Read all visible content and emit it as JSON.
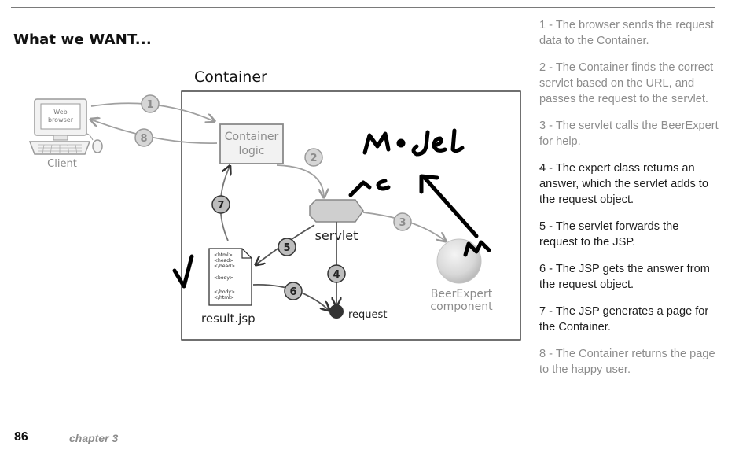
{
  "heading": "What we WANT...",
  "diagram": {
    "container_label": "Container",
    "client": {
      "screen_line1": "Web",
      "screen_line2": "browser",
      "label": "Client"
    },
    "container_logic": {
      "line1": "Container",
      "line2": "logic"
    },
    "servlet_label": "servlet",
    "beerexpert": {
      "line1": "BeerExpert",
      "line2": "component"
    },
    "result_file": {
      "label": "result.jsp",
      "lines": [
        "<html>",
        "<head>",
        "</head>",
        "<body>",
        "...",
        "</body>",
        "</html>"
      ]
    },
    "request_label": "request",
    "step_badges": [
      "1",
      "2",
      "3",
      "4",
      "5",
      "6",
      "7",
      "8"
    ],
    "handwritten": {
      "model": "model",
      "c": "c",
      "m": "m",
      "v": "v"
    }
  },
  "steps": [
    {
      "text": "1 - The browser sends the request data to the Container.",
      "tone": "gray"
    },
    {
      "text": "2 - The Container finds the correct servlet based on the URL, and passes the request to the servlet.",
      "tone": "gray"
    },
    {
      "text": "3 - The servlet calls the BeerExpert for help.",
      "tone": "gray"
    },
    {
      "text": "4 - The expert class returns an answer, which the servlet adds to the request object.",
      "tone": "dark"
    },
    {
      "text": "5 - The servlet forwards the request to the JSP.",
      "tone": "dark"
    },
    {
      "text": "6 - The JSP gets the answer from the request object.",
      "tone": "dark"
    },
    {
      "text": "7 - The JSP generates a page for the Container.",
      "tone": "dark"
    },
    {
      "text": "8 - The Container returns the page to the happy user.",
      "tone": "gray"
    }
  ],
  "footer": {
    "page_number": "86",
    "chapter": "chapter 3"
  },
  "colors": {
    "ink": "#111111",
    "faded": "#8c8c8c",
    "bubble": "#bdbdbd",
    "bubble_dark": "#9a9a9a"
  }
}
